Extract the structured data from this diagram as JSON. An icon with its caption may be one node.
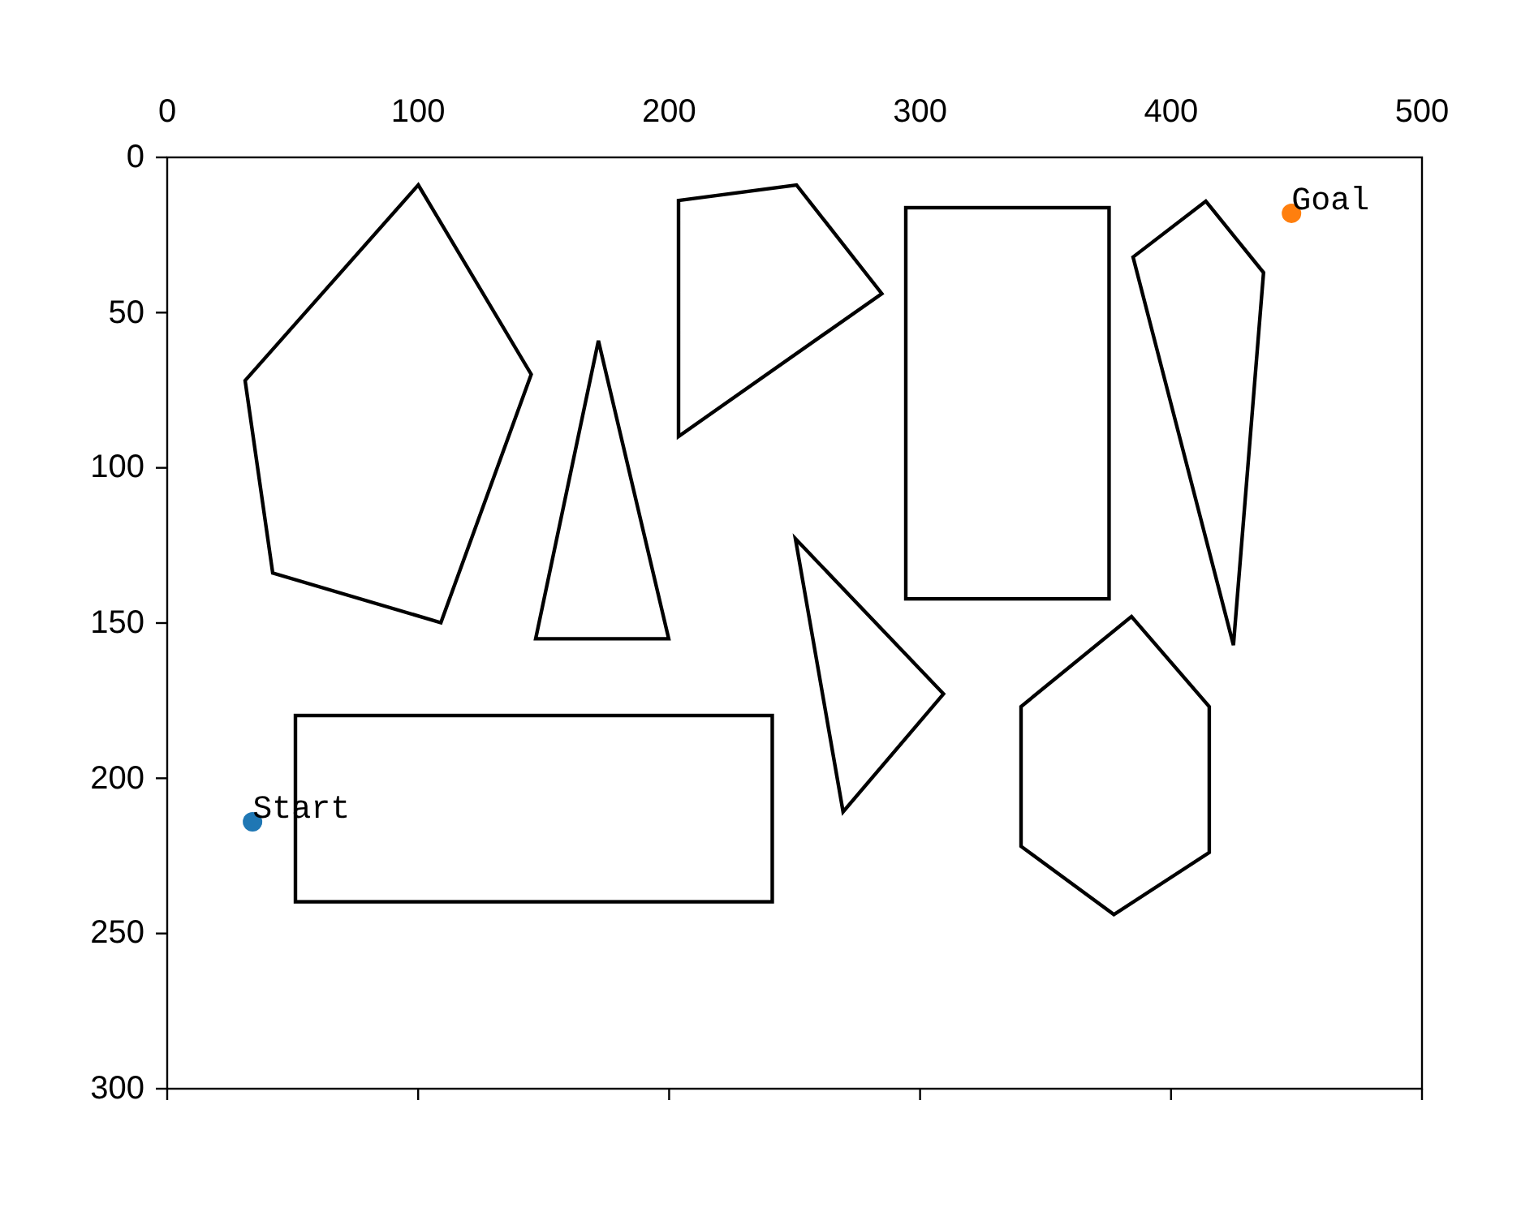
{
  "diagram": {
    "nodes": [
      {
        "text": [],
        "shape": "pentagon"
      },
      {
        "text": [],
        "shape": "triangle"
      },
      {
        "text": [],
        "shape": "quadrilateral"
      },
      {
        "text": [],
        "shape": "box"
      },
      {
        "text": [],
        "shape": "kite"
      },
      {
        "text": [],
        "shape": "triangle"
      },
      {
        "text": [],
        "shape": "hexagon"
      },
      {
        "text": [],
        "shape": "box"
      }
    ],
    "chart_data": {
      "type": "scatter",
      "xlim": [
        0,
        500
      ],
      "ylim": [
        300,
        0
      ],
      "xticks": [
        0,
        100,
        200,
        300,
        400,
        500
      ],
      "yticks": [
        0,
        50,
        100,
        150,
        200,
        250,
        300
      ],
      "x": [
        34,
        448
      ],
      "series": [
        {
          "color": "#1f77b4",
          "values": [
            214,
            null
          ]
        },
        {
          "color": "#ff7f0e",
          "values": [
            null,
            18
          ]
        }
      ],
      "annotations": [
        {
          "text": "Start",
          "x": 34,
          "y": 214
        },
        {
          "text": "Goal",
          "x": 448,
          "y": 18
        }
      ]
    }
  }
}
